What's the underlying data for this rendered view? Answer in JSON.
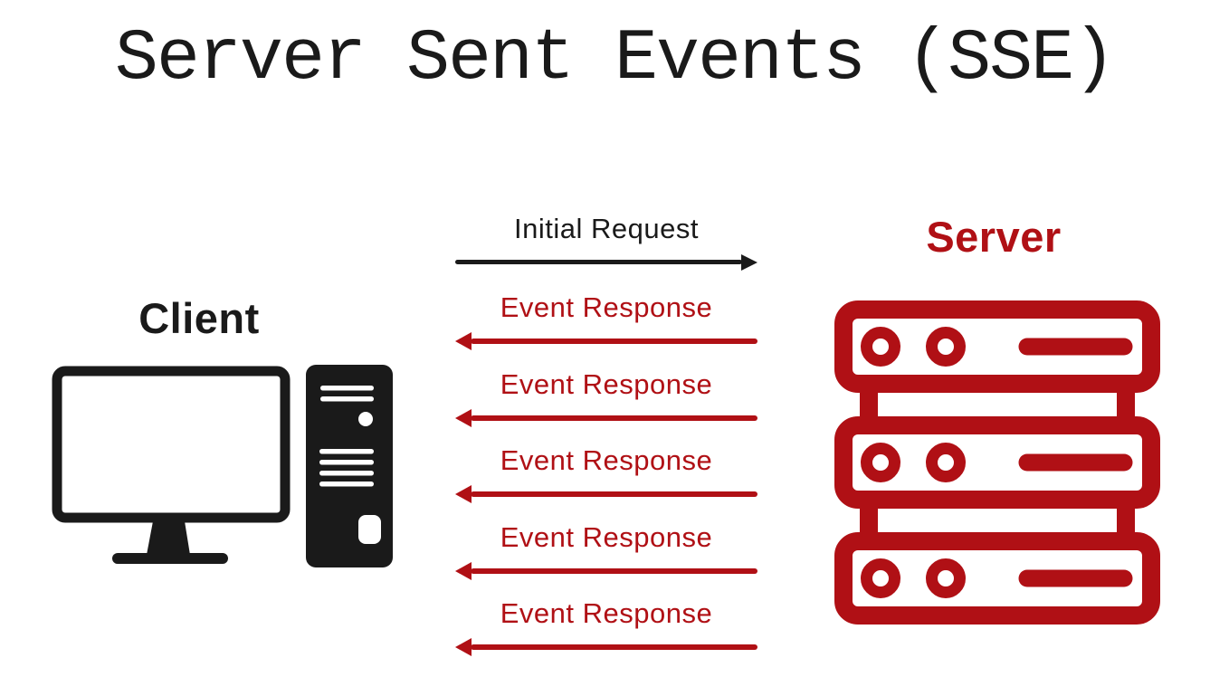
{
  "title": "Server Sent Events (SSE)",
  "colors": {
    "black": "#1a1a1a",
    "red": "#b01015",
    "background": "#ffffff"
  },
  "client": {
    "label": "Client",
    "icon": "desktop-computer-icon"
  },
  "server": {
    "label": "Server",
    "icon": "server-stack-icon"
  },
  "messages": [
    {
      "label": "Initial Request",
      "direction": "right",
      "color": "#1a1a1a"
    },
    {
      "label": "Event Response",
      "direction": "left",
      "color": "#b01015"
    },
    {
      "label": "Event Response",
      "direction": "left",
      "color": "#b01015"
    },
    {
      "label": "Event Response",
      "direction": "left",
      "color": "#b01015"
    },
    {
      "label": "Event Response",
      "direction": "left",
      "color": "#b01015"
    },
    {
      "label": "Event Response",
      "direction": "left",
      "color": "#b01015"
    }
  ]
}
